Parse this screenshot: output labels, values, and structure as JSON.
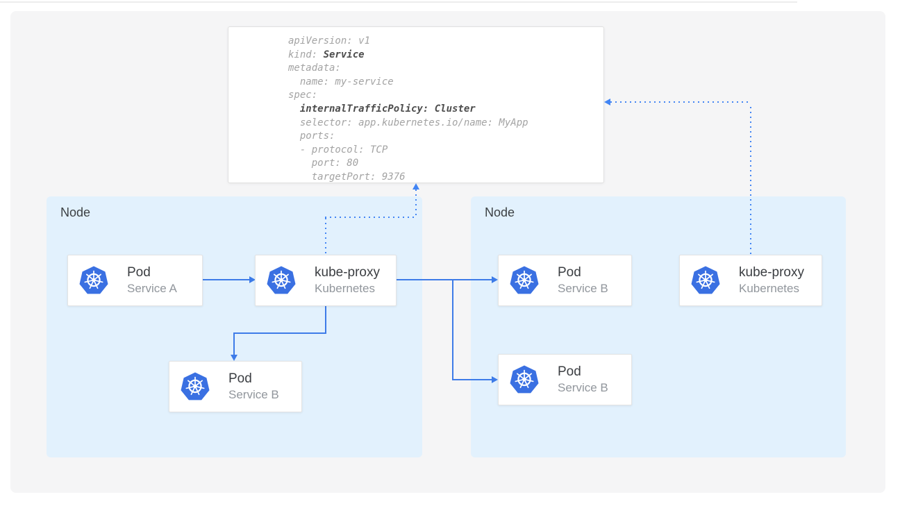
{
  "colors": {
    "panel_bg": "#f5f5f6",
    "node_bg": "#e2f1fd",
    "card_border": "#e4e4e4",
    "arrow": "#3d7be8",
    "dotted": "#4285f4",
    "k8s_blue": "#3a70e2",
    "code_regular": "#a3a3a3",
    "code_bold": "#4d4d4d",
    "title_text": "#3b3e42",
    "subtitle_text": "#91969c",
    "node_label_text": "#3c4043"
  },
  "yaml_card": {
    "lines": [
      [
        {
          "t": "apiVersion: v1"
        }
      ],
      [
        {
          "t": "kind: "
        },
        {
          "t": "Service",
          "b": 1
        }
      ],
      [
        {
          "t": "metadata:"
        }
      ],
      [
        {
          "t": "  name: my-service"
        }
      ],
      [
        {
          "t": "spec:"
        }
      ],
      [
        {
          "t": "  "
        },
        {
          "t": "internalTrafficPolicy: Cluster",
          "b": 1
        }
      ],
      [
        {
          "t": "  selector: app.kubernetes.io/name: MyApp"
        }
      ],
      [
        {
          "t": "  ports:"
        }
      ],
      [
        {
          "t": "  - protocol: TCP"
        }
      ],
      [
        {
          "t": "    port: 80"
        }
      ],
      [
        {
          "t": "    targetPort: 9376"
        }
      ]
    ]
  },
  "nodes": [
    {
      "label": "Node",
      "cards": [
        {
          "title": "Pod",
          "subtitle": "Service A",
          "icon": "kubernetes-logo"
        },
        {
          "title": "kube-proxy",
          "subtitle": "Kubernetes",
          "icon": "kubernetes-logo"
        },
        {
          "title": "Pod",
          "subtitle": "Service B",
          "icon": "kubernetes-logo"
        }
      ]
    },
    {
      "label": "Node",
      "cards": [
        {
          "title": "Pod",
          "subtitle": "Service B",
          "icon": "kubernetes-logo"
        },
        {
          "title": "kube-proxy",
          "subtitle": "Kubernetes",
          "icon": "kubernetes-logo"
        },
        {
          "title": "Pod",
          "subtitle": "Service B",
          "icon": "kubernetes-logo"
        }
      ]
    }
  ],
  "connections": [
    {
      "from": "pod-service-a",
      "to": "kube-proxy-left",
      "style": "solid"
    },
    {
      "from": "kube-proxy-left",
      "to": "pod-service-b-left",
      "style": "solid"
    },
    {
      "from": "kube-proxy-left",
      "to": "pod-service-b-right-top",
      "style": "solid"
    },
    {
      "from": "kube-proxy-left",
      "to": "pod-service-b-right-bottom",
      "style": "solid"
    },
    {
      "from": "kube-proxy-left",
      "to": "service-yaml",
      "style": "dotted"
    },
    {
      "from": "kube-proxy-right",
      "to": "service-yaml",
      "style": "dotted"
    }
  ]
}
